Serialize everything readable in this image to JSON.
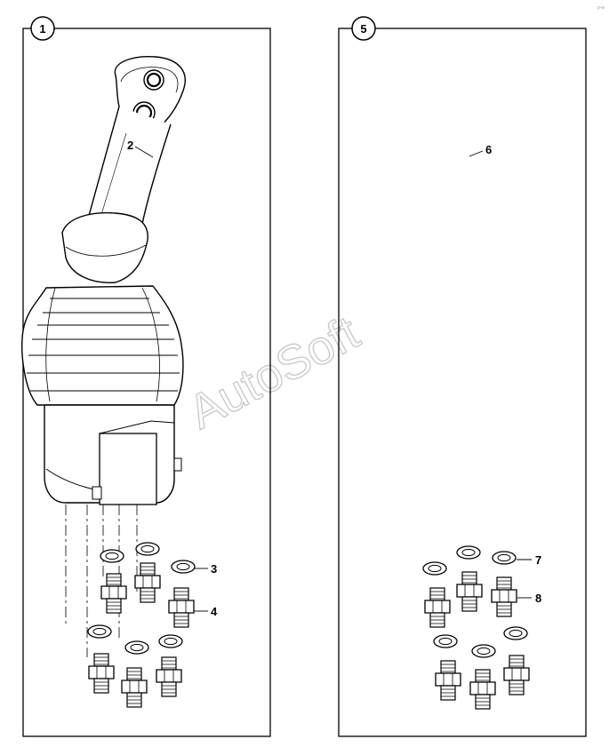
{
  "panels": [
    {
      "number": "1",
      "callouts": [
        "2",
        "3",
        "4"
      ]
    },
    {
      "number": "5",
      "callouts": [
        "6",
        "7",
        "8"
      ]
    }
  ],
  "watermark": "AutoSoft",
  "corner_mark": "p-w"
}
